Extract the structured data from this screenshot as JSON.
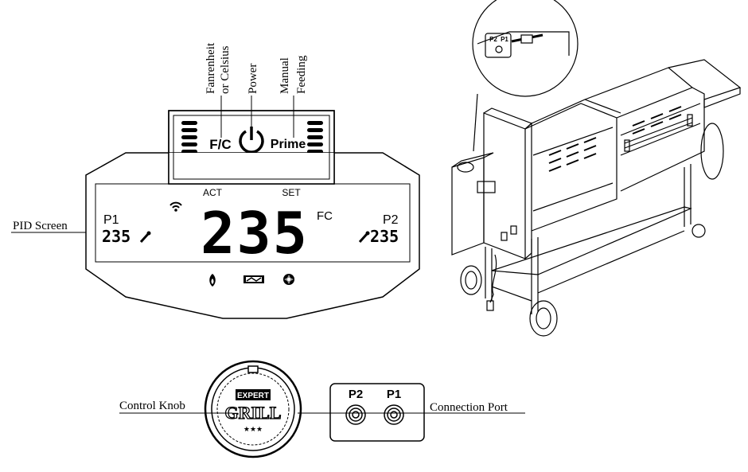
{
  "callouts": {
    "fahrenheit_celsius": [
      "Fanrenheit",
      "or Celsius"
    ],
    "power": "Power",
    "manual_feeding": [
      "Manual",
      "Feeding"
    ],
    "pid_screen": "PID Screen",
    "control_knob": "Control Knob",
    "connection_port": "Connection Port"
  },
  "control_panel": {
    "fc_button": "F/C",
    "prime_button": "Prime",
    "power_icon": "power-icon"
  },
  "pid_display": {
    "act_label": "ACT",
    "set_label": "SET",
    "main_temp": "235",
    "unit": "FC",
    "p1_label": "P1",
    "p1_temp": "235",
    "p2_label": "P2",
    "p2_temp": "235",
    "wifi_icon": "wifi-icon",
    "status_icons": [
      "flame-icon",
      "fuel-bar-icon",
      "fan-icon"
    ]
  },
  "knob": {
    "brand_top": "EXPERT",
    "brand_main": "GRILL",
    "stars": "★★★"
  },
  "ports": {
    "port_labels": [
      "P2",
      "P1"
    ]
  },
  "inset_ports": {
    "labels": [
      "P2",
      "P1"
    ]
  }
}
